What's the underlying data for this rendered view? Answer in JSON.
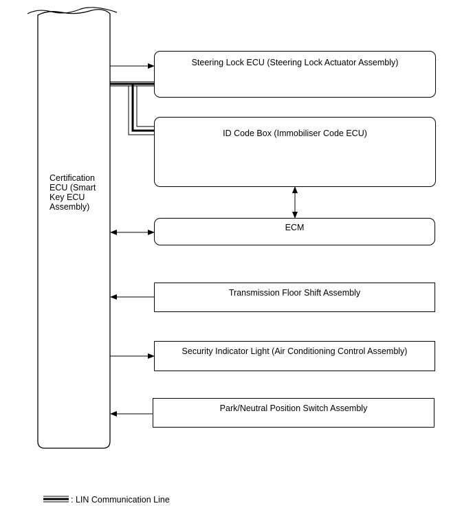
{
  "certification_ecu": {
    "label": "Certification\nECU (Smart\nKey ECU\nAssembly)"
  },
  "components": {
    "steering_lock": "Steering Lock ECU (Steering Lock Actuator Assembly)",
    "id_code_box": "ID Code Box (Immobiliser Code ECU)",
    "ecm": "ECM",
    "transmission": "Transmission Floor Shift Assembly",
    "security_light": "Security Indicator Light (Air Conditioning Control Assembly)",
    "park_neutral": "Park/Neutral Position Switch Assembly"
  },
  "legend": {
    "lin_label": ": LIN Communication Line"
  }
}
